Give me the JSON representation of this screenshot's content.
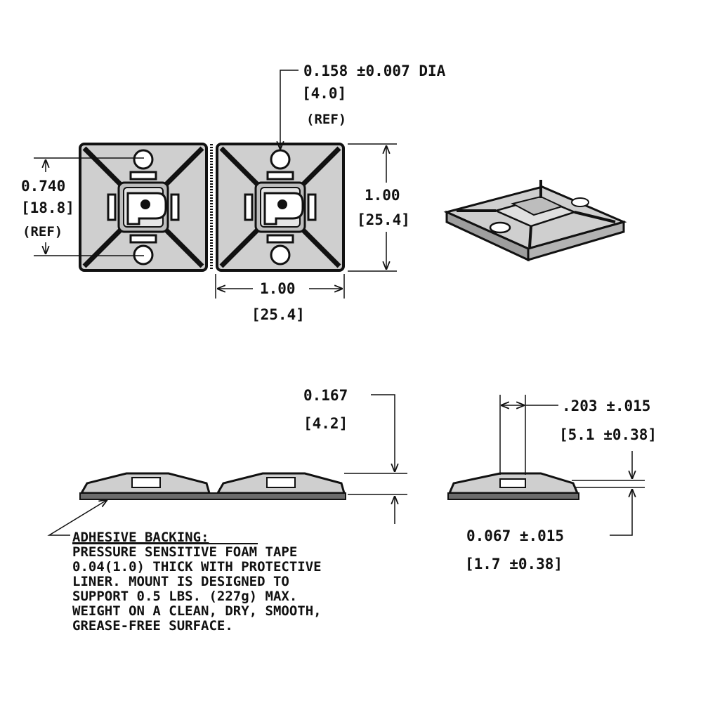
{
  "dimensions": {
    "hole_dia": "0.158 ±0.007 DIA",
    "hole_dia_metric": "[4.0]",
    "hole_ref": "(REF)",
    "hole_spacing": "0.740",
    "hole_spacing_metric": "[18.8]",
    "hole_spacing_ref": "(REF)",
    "height_in": "1.00",
    "height_mm": "[25.4]",
    "width_in": "1.00",
    "width_mm": "[25.4]",
    "overall_height": "0.167",
    "overall_height_metric": "[4.2]",
    "slot_width": ".203 ±.015",
    "slot_width_metric": "[5.1 ±0.38]",
    "slot_height": "0.067 ±.015",
    "slot_height_metric": "[1.7 ±0.38]"
  },
  "note": {
    "title": "ADHESIVE BACKING:",
    "lines": [
      "PRESSURE SENSITIVE FOAM TAPE",
      "0.04(1.0) THICK WITH PROTECTIVE",
      "LINER. MOUNT IS DESIGNED TO",
      "SUPPORT 0.5 LBS. (227g) MAX.",
      "WEIGHT ON A CLEAN, DRY, SMOOTH,",
      "GREASE-FREE SURFACE."
    ]
  },
  "logo": {
    "letter": "P"
  },
  "colors": {
    "part_fill": "#cfcfcf",
    "line": "#111111",
    "background": "#ffffff"
  }
}
